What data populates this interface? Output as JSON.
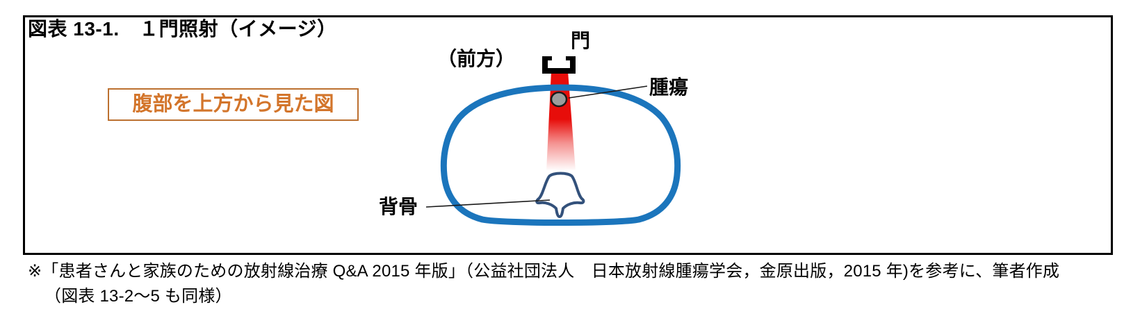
{
  "figure": {
    "title": "図表 13-1.　１門照射（イメージ）",
    "view_label": "腹部を上方から見た図",
    "labels": {
      "gate": "門",
      "front": "（前方）",
      "tumor": "腫瘍",
      "spine": "背骨"
    }
  },
  "footnote": {
    "line1": "※「患者さんと家族のための放射線治療 Q&A 2015 年版」（公益社団法人　日本放射線腫瘍学会，金原出版，2015 年)を参考に、筆者作成",
    "line2": "（図表 13-2～5 も同様）"
  },
  "colors": {
    "frame_border": "#000000",
    "view_label_border": "#bc7030",
    "view_label_text": "#d3752b",
    "body_outline_blue": "#1b75bc",
    "beam_red": "#e70d0a",
    "tumor_fill": "#9c9c9c",
    "tumor_stroke": "#1a1a1a",
    "spine_stroke": "#33517b",
    "gate_black": "#000000"
  }
}
